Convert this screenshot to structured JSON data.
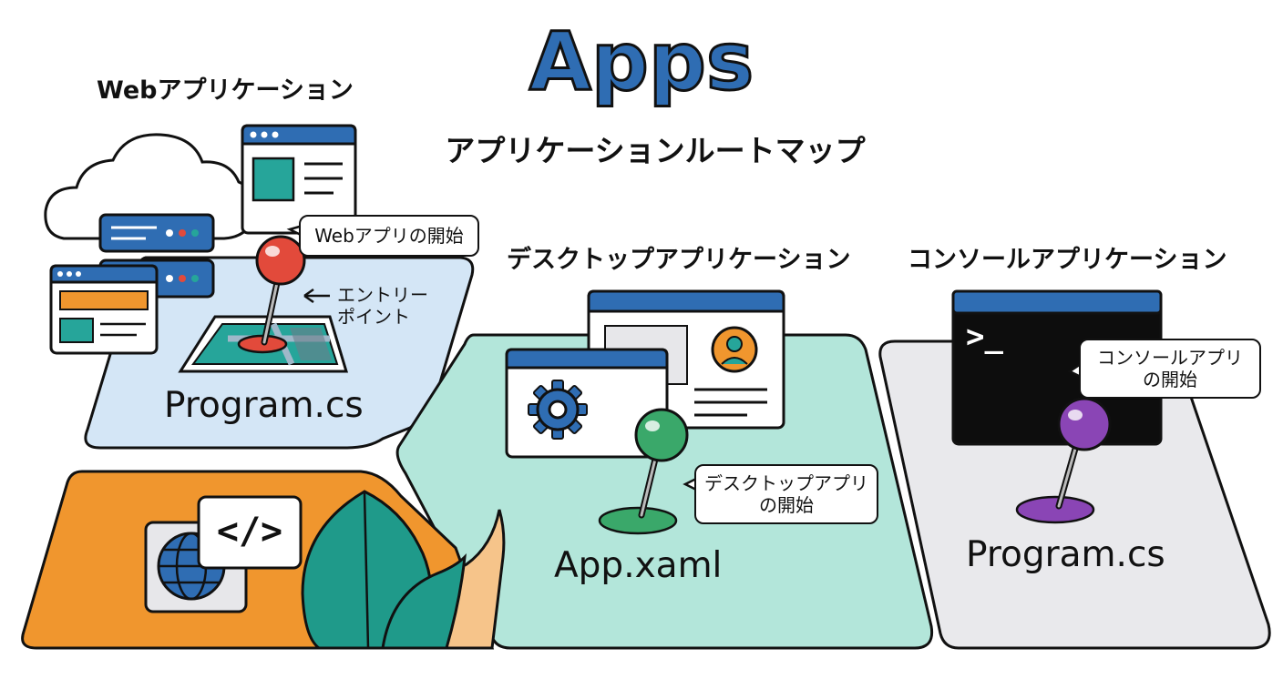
{
  "title": "Apps",
  "subtitle": "アプリケーションルートマップ",
  "sections": {
    "web": {
      "title": "Webアプリケーション",
      "callout": "Webアプリの開始",
      "entry_note_line1": "エントリー",
      "entry_note_line2": "ポイント",
      "file": "Program.cs"
    },
    "desktop": {
      "title": "デスクトップアプリケーション",
      "callout_line1": "デスクトップアプリ",
      "callout_line2": "の開始",
      "file": "App.xaml"
    },
    "console": {
      "title": "コンソールアプリケーション",
      "callout_line1": "コンソールアプリ",
      "callout_line2": "の開始",
      "prompt": ">_",
      "file": "Program.cs"
    }
  },
  "code_tag": "</>",
  "colors": {
    "title_blue": "#2f6db3",
    "web_zone": "#d4e6f6",
    "desktop_zone": "#b3e6da",
    "console_zone": "#e9e9ec",
    "orange_zone": "#f0962e",
    "pin_red": "#e24a3b",
    "pin_green": "#3aa86a",
    "pin_purple": "#8a45b5",
    "teal": "#26a59a"
  }
}
